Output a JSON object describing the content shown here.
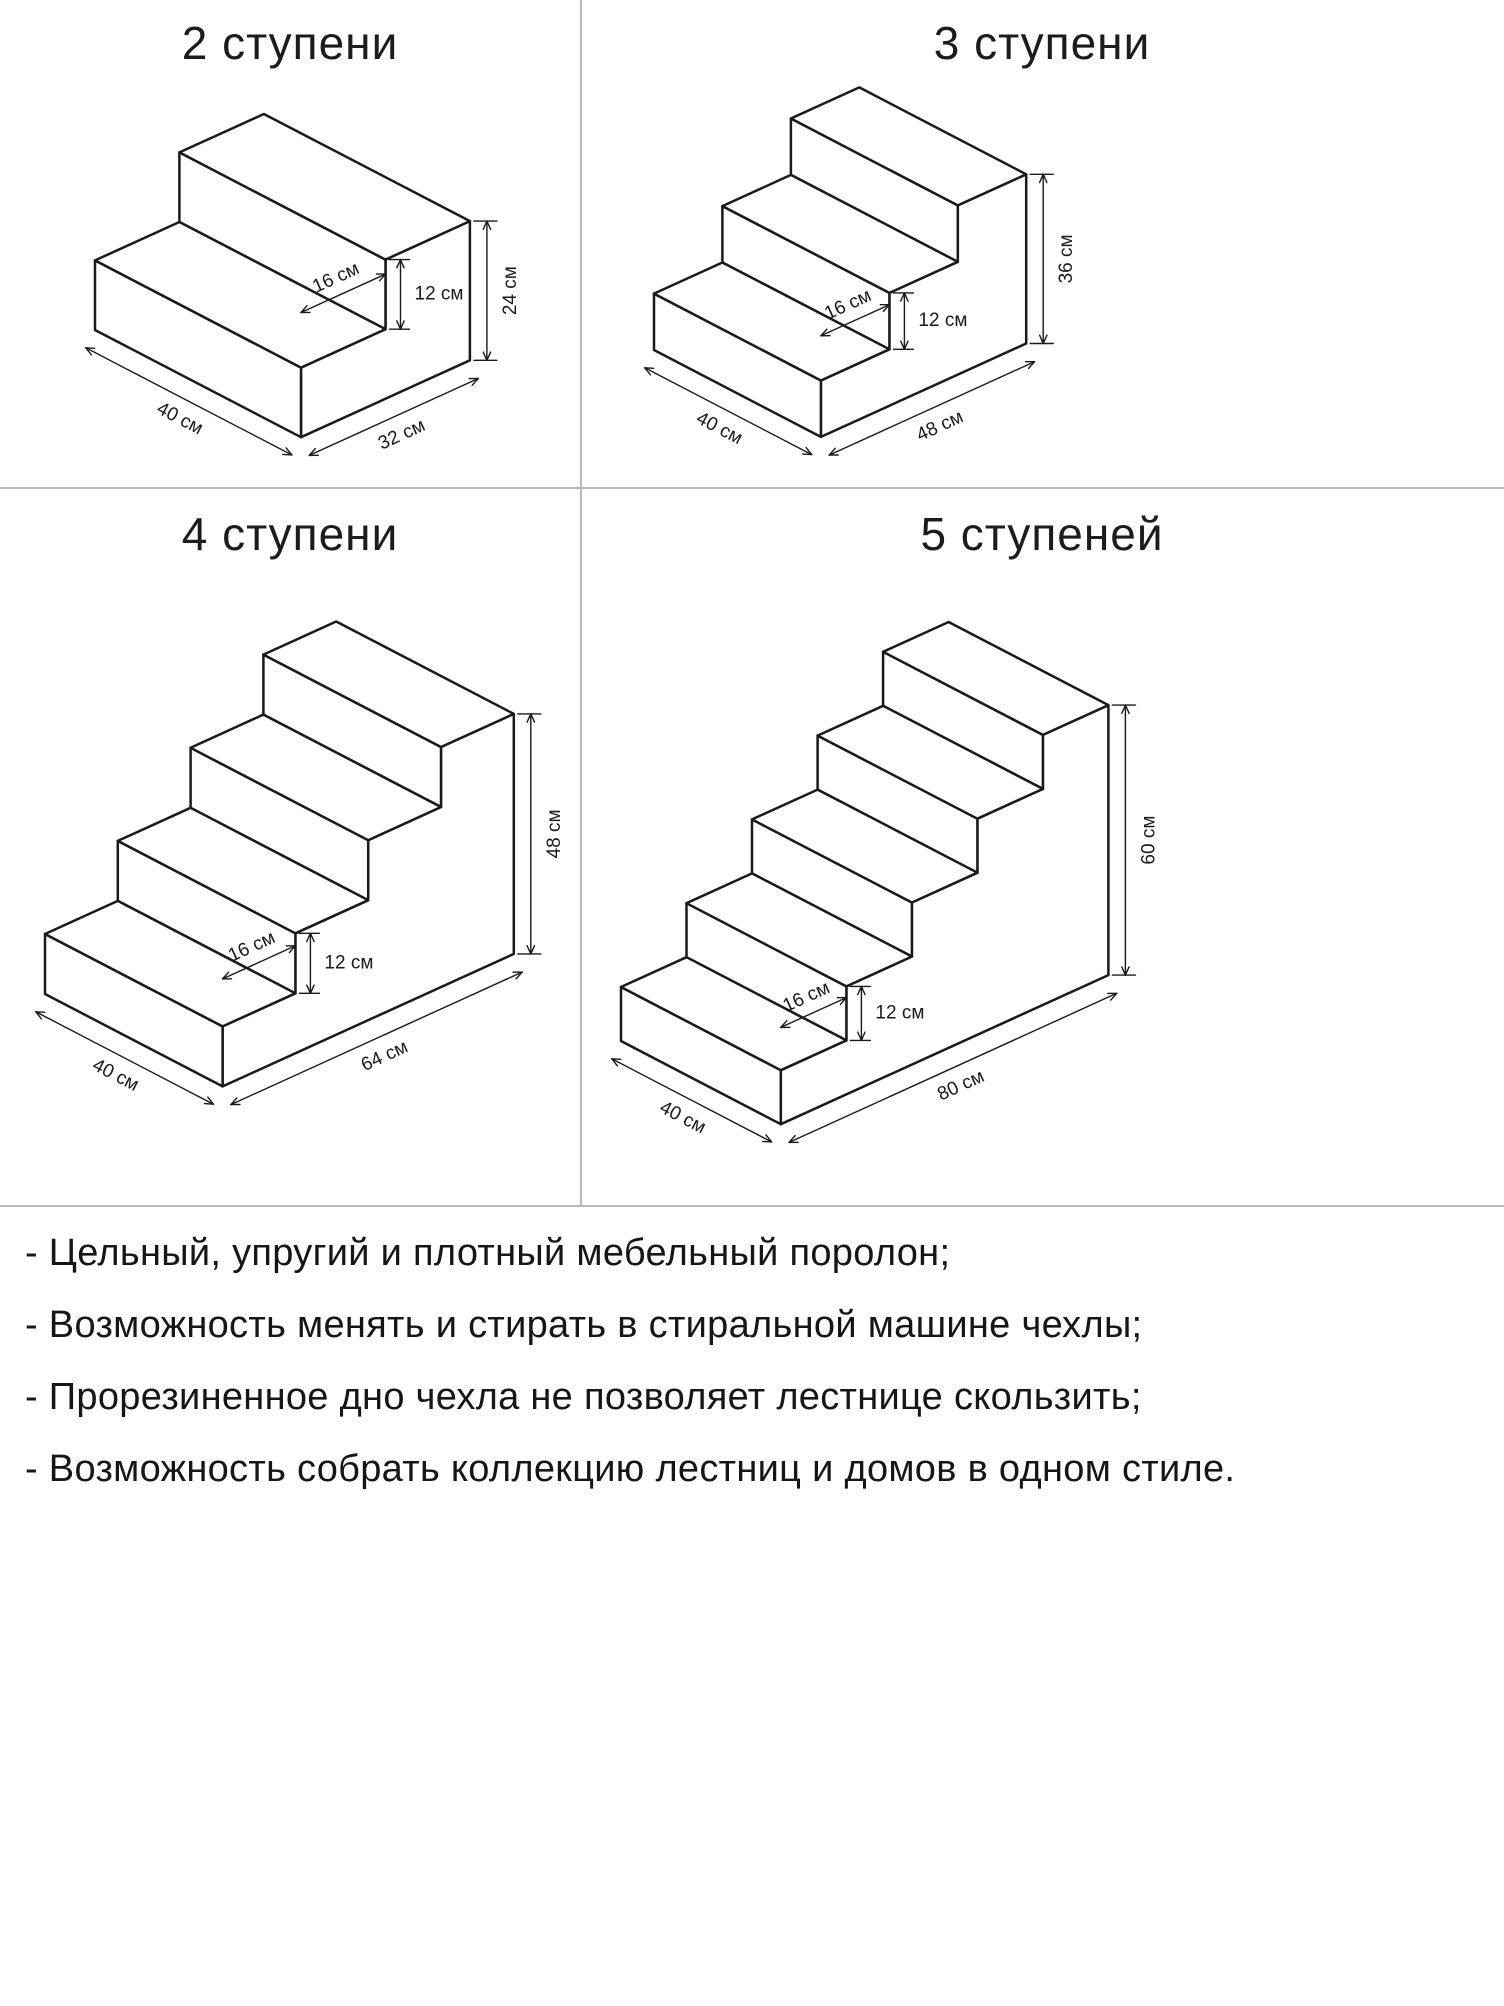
{
  "panels": [
    {
      "title": "2 ступени",
      "steps": 2,
      "step_height_cm": 12,
      "step_depth_cm": 16,
      "width_cm": 40,
      "total_height_cm": 24,
      "total_depth_cm": 32,
      "labels": {
        "step_height": "12 см",
        "step_depth": "16 см",
        "total_height": "24 см",
        "width": "40 см",
        "total_depth": "32 см"
      }
    },
    {
      "title": "3 ступени",
      "steps": 3,
      "step_height_cm": 12,
      "step_depth_cm": 16,
      "width_cm": 40,
      "total_height_cm": 36,
      "total_depth_cm": 48,
      "labels": {
        "step_height": "12 см",
        "step_depth": "16 см",
        "total_height": "36 см",
        "width": "40 см",
        "total_depth": "48 см"
      }
    },
    {
      "title": "4 ступени",
      "steps": 4,
      "step_height_cm": 12,
      "step_depth_cm": 16,
      "width_cm": 40,
      "total_height_cm": 48,
      "total_depth_cm": 64,
      "labels": {
        "step_height": "12 см",
        "step_depth": "16 см",
        "total_height": "48 см",
        "width": "40 см",
        "total_depth": "64 см"
      }
    },
    {
      "title": "5 ступеней",
      "steps": 5,
      "step_height_cm": 12,
      "step_depth_cm": 16,
      "width_cm": 40,
      "total_height_cm": 60,
      "total_depth_cm": 80,
      "labels": {
        "step_height": "12 см",
        "step_depth": "16 см",
        "total_height": "60 см",
        "width": "40 см",
        "total_depth": "80 см"
      }
    }
  ],
  "features": [
    "- Цельный, упругий и плотный мебельный поролон;",
    "- Возможность менять и стирать в стиральной машине чехлы;",
    "- Прорезиненное дно чехла не позволяет лестнице скользить;",
    "- Возможность собрать коллекцию лестниц и домов в одном стиле."
  ],
  "colors": {
    "line": "#1a1a1a",
    "divider": "#b9b9b9",
    "text": "#111111",
    "background": "#ffffff"
  }
}
